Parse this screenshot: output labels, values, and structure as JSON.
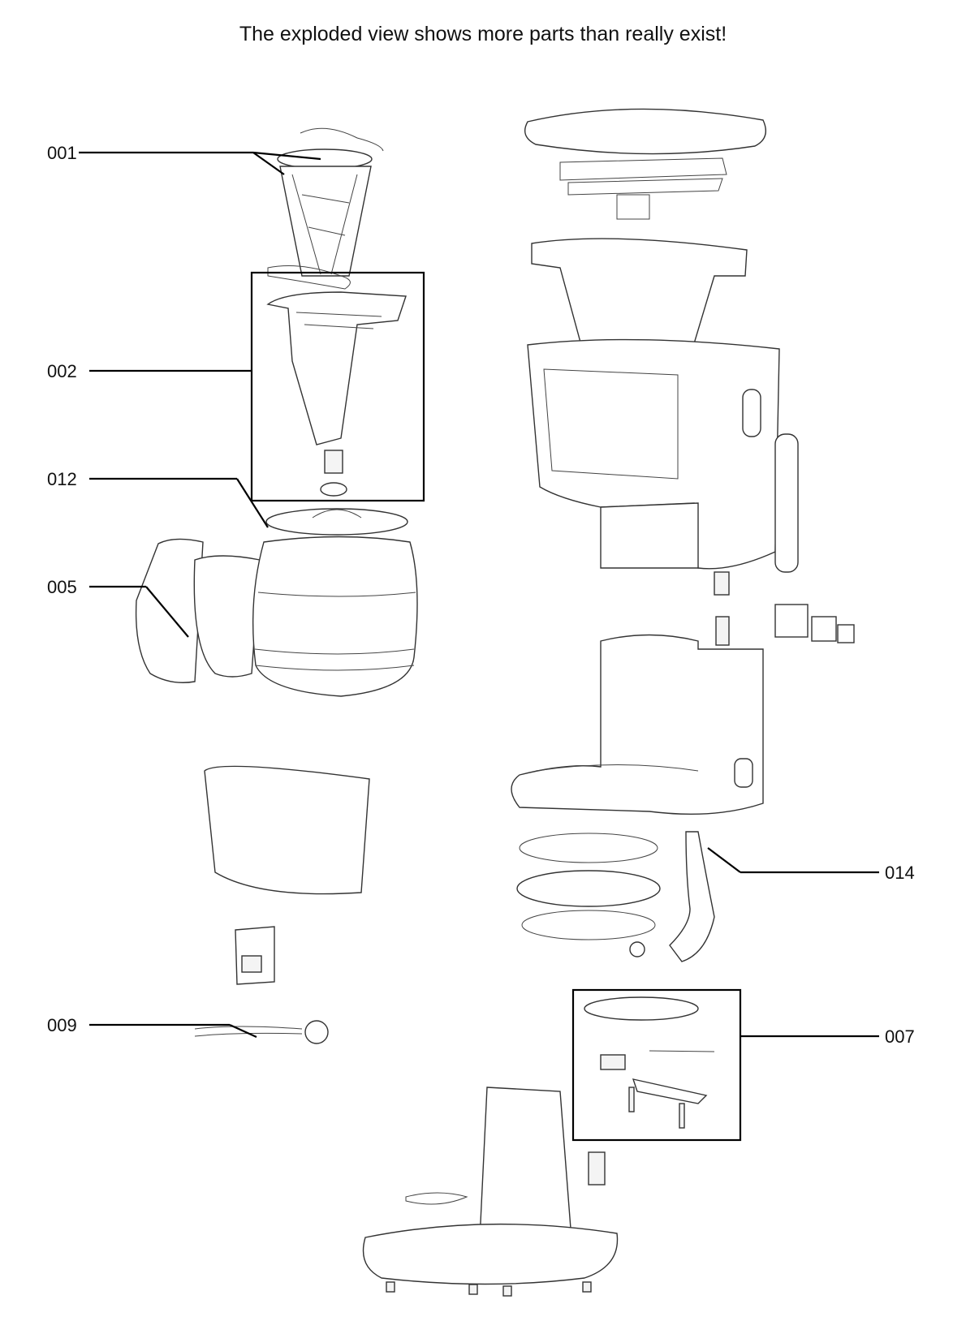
{
  "title": "The exploded view shows more parts than really exist!",
  "callouts": [
    {
      "id": "001",
      "label": "001"
    },
    {
      "id": "002",
      "label": "002"
    },
    {
      "id": "012",
      "label": "012"
    },
    {
      "id": "005",
      "label": "005"
    },
    {
      "id": "009",
      "label": "009"
    },
    {
      "id": "014",
      "label": "014"
    },
    {
      "id": "007",
      "label": "007"
    }
  ]
}
